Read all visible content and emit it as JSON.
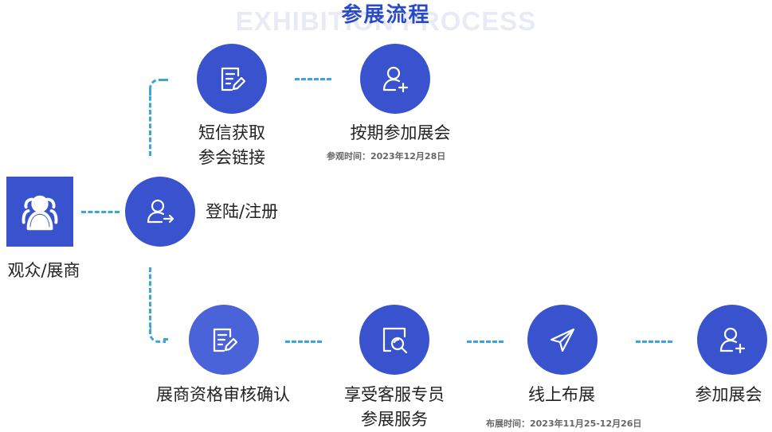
{
  "header": {
    "title": "参展流程",
    "watermark": "EXHIBITION PROCESS"
  },
  "colors": {
    "primary": "#3853cd",
    "title": "#2a4bc9",
    "connector": "#3aa6e0"
  },
  "start": {
    "label": "观众/展商",
    "icon": "group-icon"
  },
  "login": {
    "label": "登陆/注册",
    "icon": "user-login-icon"
  },
  "top_flow": [
    {
      "label_lines": [
        "短信获取",
        "参会链接"
      ],
      "icon": "edit-document-icon"
    },
    {
      "label_lines": [
        "按期参加展会"
      ],
      "note": "参观时间：2023年12月28日",
      "icon": "add-user-icon"
    }
  ],
  "bottom_flow": [
    {
      "label_lines": [
        "展商资格审核确认"
      ],
      "icon": "edit-document-icon"
    },
    {
      "label_lines": [
        "享受客服专员",
        "参展服务"
      ],
      "icon": "search-document-icon"
    },
    {
      "label_lines": [
        "线上布展"
      ],
      "note": "布展时间：2023年11月25-12月26日",
      "icon": "paper-plane-icon"
    },
    {
      "label_lines": [
        "参加展会"
      ],
      "icon": "add-user-icon"
    }
  ]
}
